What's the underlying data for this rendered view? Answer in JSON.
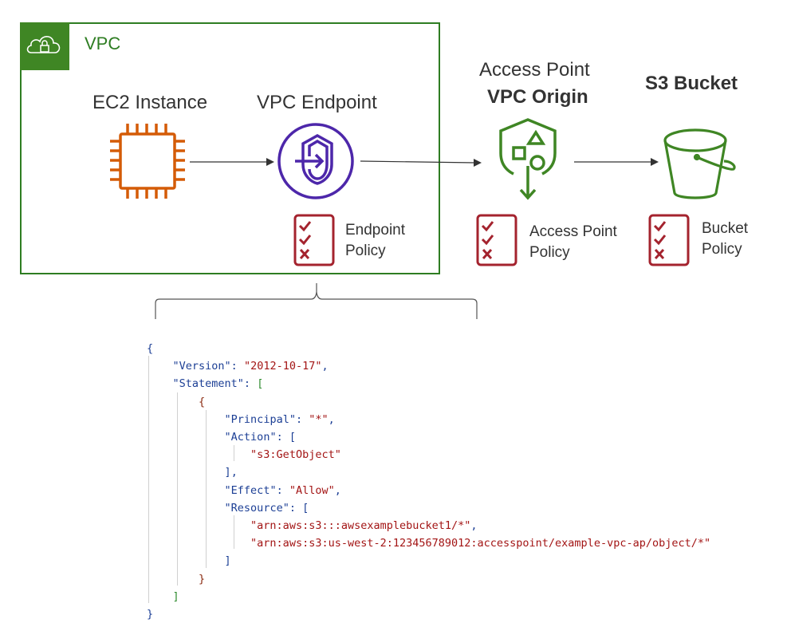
{
  "vpc": {
    "label": "VPC",
    "icon": "cloud-lock-icon"
  },
  "nodes": {
    "ec2": {
      "label": "EC2 Instance",
      "icon": "ec2-chip-icon",
      "color": "#d45b07"
    },
    "endpoint": {
      "label": "VPC Endpoint",
      "icon": "vpc-endpoint-shield-icon",
      "color": "#4d27aa"
    },
    "access_point": {
      "label_line1": "Access Point",
      "label_line2": "VPC Origin",
      "icon": "access-point-shield-icon",
      "color": "#3f8624"
    },
    "bucket": {
      "label": "S3 Bucket",
      "icon": "s3-bucket-icon",
      "color": "#3f8624"
    }
  },
  "policies": {
    "endpoint": {
      "line1": "Endpoint",
      "line2": "Policy"
    },
    "access_point": {
      "line1": "Access Point",
      "line2": "Policy"
    },
    "bucket": {
      "line1": "Bucket",
      "line2": "Policy"
    },
    "icon": "policy-checklist-icon",
    "color": "#a4232e"
  },
  "policy_json": {
    "open": "{",
    "version_key": "\"Version\"",
    "version_val": "\"2012-10-17\"",
    "statement_key": "\"Statement\"",
    "principal_key": "\"Principal\"",
    "principal_val": "\"*\"",
    "action_key": "\"Action\"",
    "action_val": "\"s3:GetObject\"",
    "effect_key": "\"Effect\"",
    "effect_val": "\"Allow\"",
    "resource_key": "\"Resource\"",
    "resource_1": "\"arn:aws:s3:::awsexamplebucket1/*\"",
    "resource_2": "\"arn:aws:s3:us-west-2:123456789012:accesspoint/example-vpc-ap/object/*\"",
    "close": "}"
  }
}
